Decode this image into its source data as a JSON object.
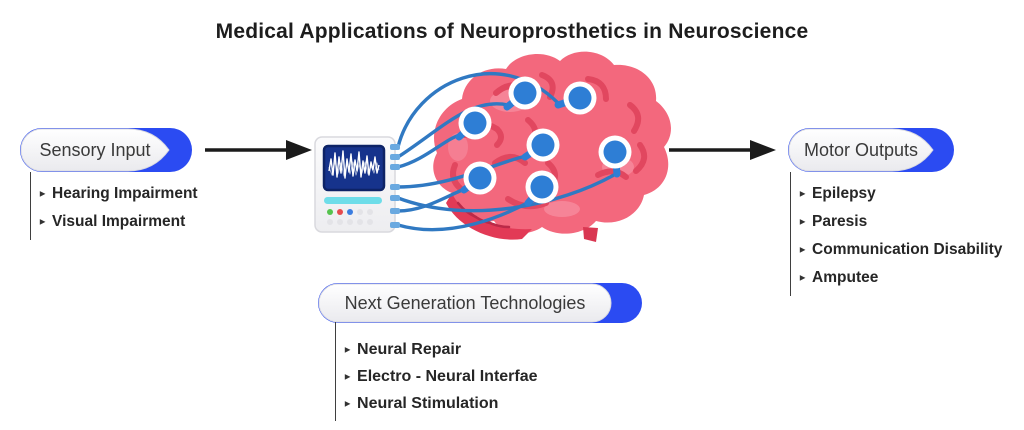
{
  "title": "Medical Applications of Neuroprosthetics in Neuroscience",
  "marker": "▸",
  "sections": {
    "sensory": {
      "label": "Sensory Input",
      "items": [
        "Hearing Impairment",
        "Visual Impairment"
      ]
    },
    "motor": {
      "label": "Motor Outputs",
      "items": [
        "Epilepsy",
        "Paresis",
        "Communication Disability",
        "Amputee"
      ]
    },
    "next_gen": {
      "label": "Next Generation Technologies",
      "items": [
        "Neural Repair",
        "Electro - Neural Interfae",
        "Neural Stimulation"
      ]
    }
  },
  "colors": {
    "accent_blue": "#2b4bf2",
    "arrow_black": "#1b1b1b",
    "wire_blue": "#3079c2",
    "electrode_blue": "#2e7ed5",
    "brain_pink": "#f3687d",
    "brain_fold_red": "#e1475f",
    "brain_cerebellum_red": "#e23a56",
    "screen_navy": "#16338c",
    "cyan_bar": "#6edde9",
    "connector_line": "#3f3f3f"
  }
}
